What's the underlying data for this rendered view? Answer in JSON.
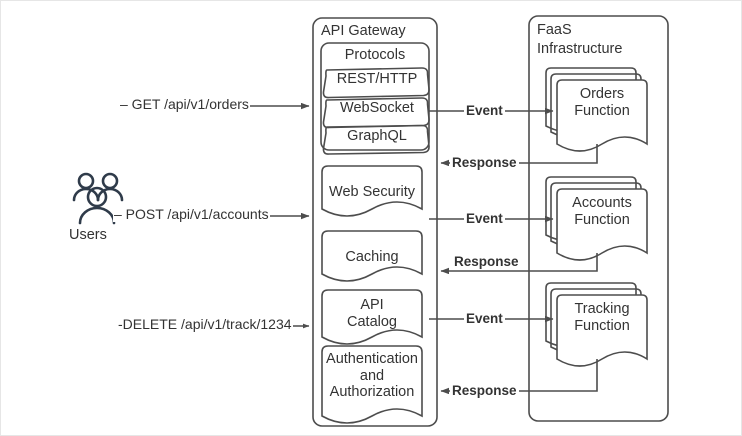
{
  "diagram": {
    "title": "API Gateway and FaaS Infrastructure serverless architecture",
    "colors": {
      "stroke": "#4d4d4d",
      "text": "#333333",
      "icon": "#2f3b4a",
      "background": "#ffffff",
      "canvas_border": "#e6e6e6"
    }
  },
  "actor": {
    "icon": "users-group-icon",
    "label": "Users"
  },
  "requests": [
    {
      "label": "– GET /api/v1/orders"
    },
    {
      "label": "– POST /api/v1/accounts"
    },
    {
      "label": "-DELETE /api/v1/track/1234"
    }
  ],
  "gateway": {
    "title": "API Gateway",
    "protocols": {
      "title": "Protocols",
      "items": [
        {
          "label": "REST/HTTP"
        },
        {
          "label": "WebSocket"
        },
        {
          "label": "GraphQL"
        }
      ]
    },
    "components": [
      {
        "label": "Web Security"
      },
      {
        "label": "Caching"
      },
      {
        "label": "API\nCatalog",
        "line1": "API",
        "line2": "Catalog"
      },
      {
        "label": "Authentication and Authorization",
        "line1": "Authentication",
        "line2": "and",
        "line3": "Authorization"
      }
    ]
  },
  "faas": {
    "title_line1": "FaaS",
    "title_line2": "Infrastructure",
    "functions": [
      {
        "line1": "Orders",
        "line2": "Function"
      },
      {
        "line1": "Accounts",
        "line2": "Function"
      },
      {
        "line1": "Tracking",
        "line2": "Function"
      }
    ]
  },
  "flows": [
    {
      "event": "Event",
      "response": "Response"
    },
    {
      "event": "Event",
      "response": "Response"
    },
    {
      "event": "Event",
      "response": "Response"
    }
  ]
}
